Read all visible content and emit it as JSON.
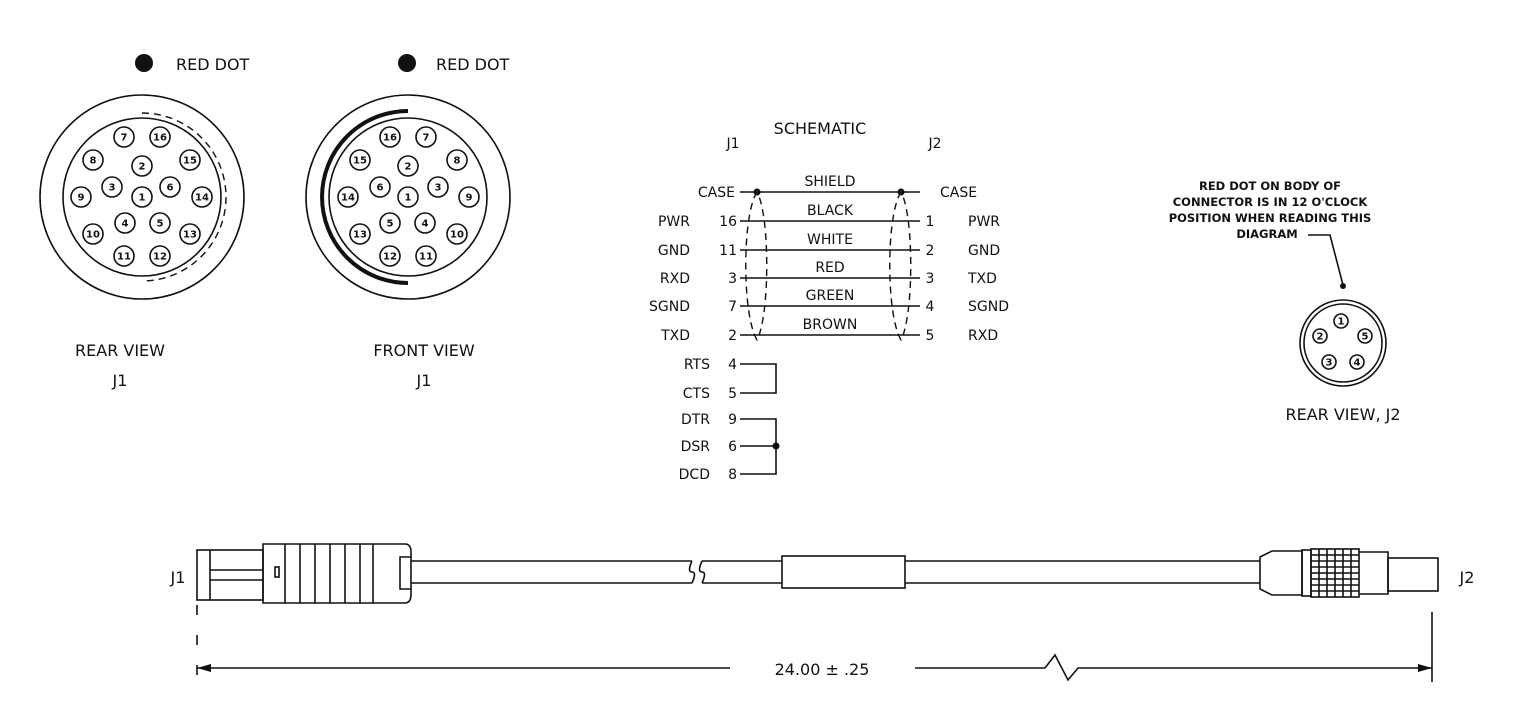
{
  "rear_view_j1": {
    "red_dot_label": "RED DOT",
    "title": "REAR VIEW",
    "subtitle": "J1",
    "pins": [
      "7",
      "16",
      "8",
      "2",
      "15",
      "3",
      "1",
      "6",
      "9",
      "14",
      "4",
      "5",
      "10",
      "13",
      "11",
      "12"
    ]
  },
  "front_view_j1": {
    "red_dot_label": "RED DOT",
    "title": "FRONT VIEW",
    "subtitle": "J1",
    "pins": [
      "7",
      "16",
      "8",
      "2",
      "15",
      "3",
      "1",
      "6",
      "9",
      "14",
      "4",
      "5",
      "10",
      "13",
      "11",
      "12"
    ]
  },
  "schematic": {
    "title": "SCHEMATIC",
    "left_header": "J1",
    "right_header": "J2",
    "shielded_rows": [
      {
        "left_signal": "CASE",
        "left_pin": "",
        "wire": "SHIELD",
        "right_pin": "",
        "right_signal": "CASE"
      },
      {
        "left_signal": "PWR",
        "left_pin": "16",
        "wire": "BLACK",
        "right_pin": "1",
        "right_signal": "PWR"
      },
      {
        "left_signal": "GND",
        "left_pin": "11",
        "wire": "WHITE",
        "right_pin": "2",
        "right_signal": "GND"
      },
      {
        "left_signal": "RXD",
        "left_pin": "3",
        "wire": "RED",
        "right_pin": "3",
        "right_signal": "TXD"
      },
      {
        "left_signal": "SGND",
        "left_pin": "7",
        "wire": "GREEN",
        "right_pin": "4",
        "right_signal": "SGND"
      },
      {
        "left_signal": "TXD",
        "left_pin": "2",
        "wire": "BROWN",
        "right_pin": "5",
        "right_signal": "RXD"
      }
    ],
    "jumpers": [
      {
        "signal": "RTS",
        "pin": "4"
      },
      {
        "signal": "CTS",
        "pin": "5"
      },
      {
        "signal": "DTR",
        "pin": "9"
      },
      {
        "signal": "DSR",
        "pin": "6"
      },
      {
        "signal": "DCD",
        "pin": "8"
      }
    ]
  },
  "rear_view_j2": {
    "note": [
      "RED DOT ON BODY OF",
      "CONNECTOR IS IN 12 O'CLOCK",
      "POSITION WHEN READING THIS",
      "DIAGRAM"
    ],
    "title": "REAR VIEW, J2",
    "pins": [
      "1",
      "2",
      "5",
      "3",
      "4"
    ]
  },
  "cable": {
    "left_label": "J1",
    "right_label": "J2",
    "length": "24.00 ± .25"
  }
}
